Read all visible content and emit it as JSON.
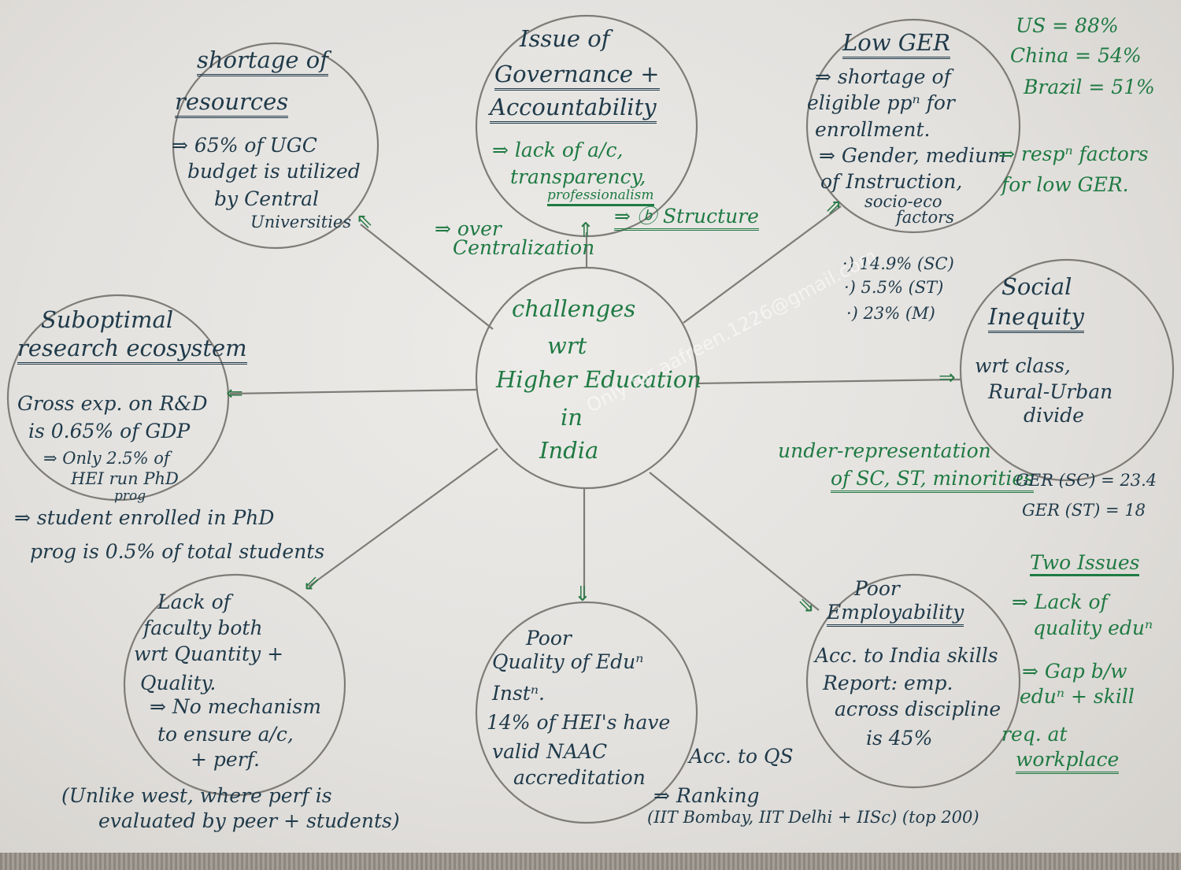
{
  "center": {
    "l1": "challenges",
    "l2": "wrt",
    "l3": "Higher Education",
    "l4": "in",
    "l5": "India"
  },
  "resources": {
    "t1": "shortage of",
    "t2": "resources",
    "b1": "⇒ 65% of UGC",
    "b2": "budget is utilized",
    "b3": "by Central",
    "b4": "Universities"
  },
  "governance": {
    "t1": "Issue of",
    "t2": "Governance +",
    "t3": "Accountability",
    "b1": "⇒ lack of a/c,",
    "b2": "transparency,",
    "b3": "professionalism",
    "c1": "⇒ over",
    "c2": "Centralization",
    "s1": "⇒ ⓑ Structure"
  },
  "ger": {
    "t1": "Low GER",
    "b1": "⇒ shortage of",
    "b2": "eligible ppⁿ for",
    "b3": "enrollment.",
    "b4": "⇒ Gender, medium",
    "b5": "of Instruction,",
    "b6": "socio-eco",
    "b7": "factors",
    "r1": "⇒ respⁿ factors",
    "r2": "for low GER.",
    "s1": "US = 88%",
    "s2": "China = 54%",
    "s3": "Brazil = 51%"
  },
  "research": {
    "t1": "Suboptimal",
    "t2": "research ecosystem",
    "b1": "Gross exp. on R&D",
    "b2": "is 0.65% of GDP",
    "b3": "⇒ Only 2.5% of",
    "b4": "HEI run PhD",
    "b5": "prog",
    "n1": "⇒ student enrolled in PhD",
    "n2": "prog is 0.5% of total students"
  },
  "inequity": {
    "t1": "Social",
    "t2": "Inequity",
    "b1": "wrt class,",
    "b2": "Rural-Urban",
    "b3": "divide",
    "s1": "·) 14.9% (SC)",
    "s2": "·) 5.5% (ST)",
    "s3": "·) 23% (M)",
    "u1": "under-representation",
    "u2": "of SC, ST, minorities",
    "g1": "GER (SC) = 23.4",
    "g2": "GER (ST) = 18"
  },
  "faculty": {
    "t1": "Lack of",
    "t2": "faculty both",
    "t3": "wrt Quantity +",
    "t4": "Quality.",
    "b1": "⇒ No mechanism",
    "b2": "to ensure a/c,",
    "b3": "+ perf.",
    "n1": "(Unlike west, where perf is",
    "n2": "evaluated by peer + students)"
  },
  "quality": {
    "t1": "Poor",
    "t2": "Quality of Eduⁿ",
    "t3": "Instⁿ.",
    "b1": "14% of HEI's have",
    "b2": "valid NAAC",
    "b3": "accreditation",
    "q1": "Acc. to QS",
    "q2": "⇒ Ranking",
    "q3": "(IIT Bombay, IIT Delhi + IISc) (top 200)"
  },
  "employability": {
    "t1": "Poor",
    "t2": "Employability",
    "b1": "Acc. to India skills",
    "b2": "Report: emp.",
    "b3": "across discipline",
    "b4": "is 45%",
    "i1": "Two Issues",
    "i2": "⇒ Lack of",
    "i3": "quality eduⁿ",
    "i4": "⇒ Gap b/w",
    "i5": "eduⁿ + skill",
    "i6": "req. at",
    "i7": "workplace"
  },
  "watermark": "Only for aafreen.1226@gmail.com"
}
